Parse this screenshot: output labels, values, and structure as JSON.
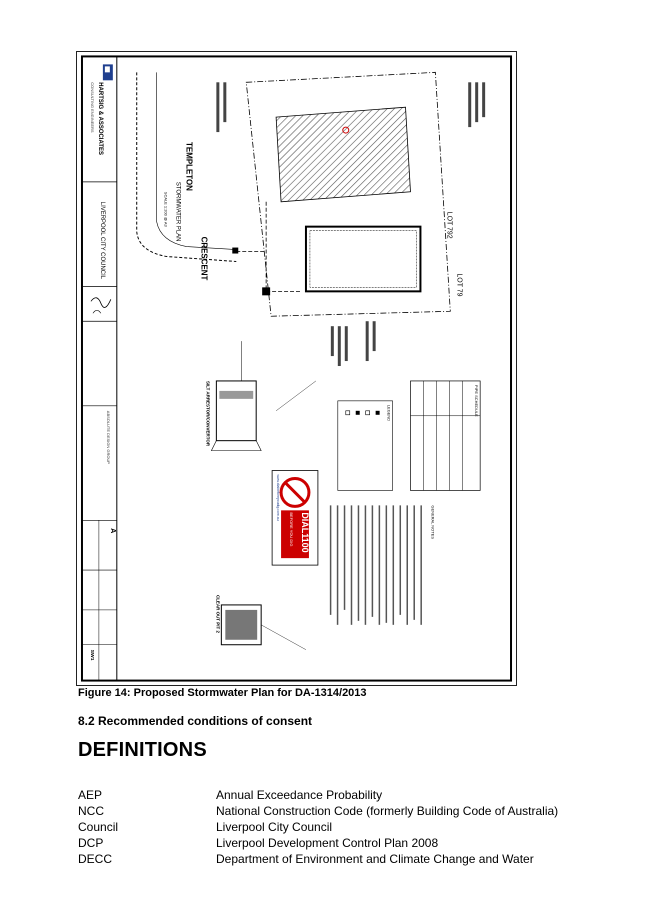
{
  "figure": {
    "caption": "Figure 14: Proposed Stormwater Plan for DA-1314/2013",
    "company": "HARTSIG & ASSOCIATES",
    "client": "LIVERPOOL CITY COUNCIL",
    "street_name_1": "TEMPLETON",
    "street_name_2": "CRESCENT",
    "plan_title": "STORMWATER PLAN",
    "plan_scale": "SCALE 1:200 @ A3",
    "lot_a": "LOT 792",
    "lot_b": "LOT 79",
    "dial_title": "DIAL1100",
    "dial_sub": "BEFORE YOU DIG",
    "dial_url": "www.dialbeforeyoudig.com.au",
    "section_1": "SILT ARRESTOR/CONVERTOR",
    "section_2": "CLEAR OUT PIT 2",
    "pipe_schedule": "PIPE SCHEDULE",
    "legend": "LEGEND",
    "general_notes": "GENERAL NOTES",
    "drawing_no": "SW1"
  },
  "section": {
    "recommended": "8.2 Recommended conditions of consent"
  },
  "definitions": {
    "title": "DEFINITIONS",
    "items": [
      {
        "term": "AEP",
        "desc": "Annual Exceedance Probability"
      },
      {
        "term": "NCC",
        "desc": "National Construction Code (formerly Building Code of Australia)"
      },
      {
        "term": "Council",
        "desc": "Liverpool City Council"
      },
      {
        "term": "DCP",
        "desc": "Liverpool Development Control Plan 2008"
      },
      {
        "term": "DECC",
        "desc": "Department of Environment and Climate Change and Water"
      }
    ]
  }
}
